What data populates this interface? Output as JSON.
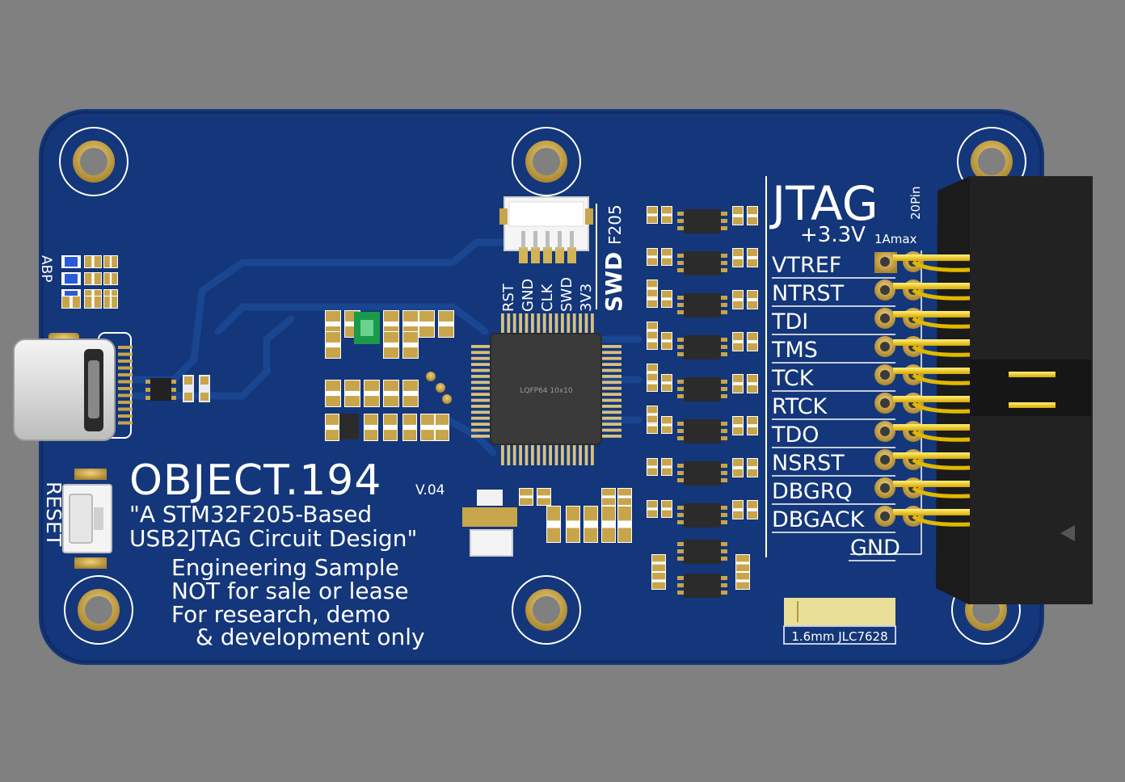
{
  "board": {
    "title": "OBJECT.194",
    "version": "V.04",
    "subtitle_line1": "\"A STM32F205-Based",
    "subtitle_line2": "USB2JTAG Circuit Design\"",
    "note_line1": "Engineering Sample",
    "note_line2": "NOT for sale or lease",
    "note_line3": "For research, demo",
    "note_line4": "& development only",
    "reset_label": "RESET",
    "led_label": "ABP",
    "chip_label": "LQFP64 10x10",
    "stackup_label": "1.6mm JLC7628"
  },
  "swd": {
    "title": "SWD",
    "target": "F205",
    "pins": [
      "RST",
      "GND",
      "CLK",
      "SWD",
      "3V3"
    ]
  },
  "jtag": {
    "title": "JTAG",
    "pin_count": "20Pin",
    "power": "+3.3V",
    "power_limit": "1Amax",
    "pins": [
      "VTREF",
      "NTRST",
      "TDI",
      "TMS",
      "TCK",
      "RTCK",
      "TDO",
      "NSRST",
      "DBGRQ",
      "DBGACK",
      "GND"
    ]
  },
  "colors": {
    "background": "#808080",
    "pcb": "#14367a",
    "pad_gold": "#c8a54a",
    "header_black": "#1a1a1a",
    "header_pin": "#f2c400",
    "silkscreen": "#ffffff"
  }
}
